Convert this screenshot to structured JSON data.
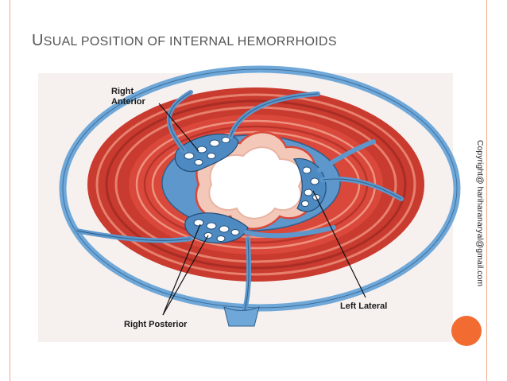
{
  "slide": {
    "title_first_letter": "U",
    "title_rest": "SUAL POSITION OF INTERNAL HEMORRHOIDS",
    "copyright": "Copyright@ hariharanaryal@gmail.com"
  },
  "diagram": {
    "labels": {
      "right_anterior_line1": "Right",
      "right_anterior_line2": "Anterior",
      "left_lateral": "Left Lateral",
      "right_posterior": "Right Posterior"
    }
  },
  "colors": {
    "frame": "#f2a98f",
    "accent_dot": "#f26c32",
    "muscle": "#d9483a",
    "vein": "#6fa8d8",
    "mucosa": "#f3c8b8"
  }
}
